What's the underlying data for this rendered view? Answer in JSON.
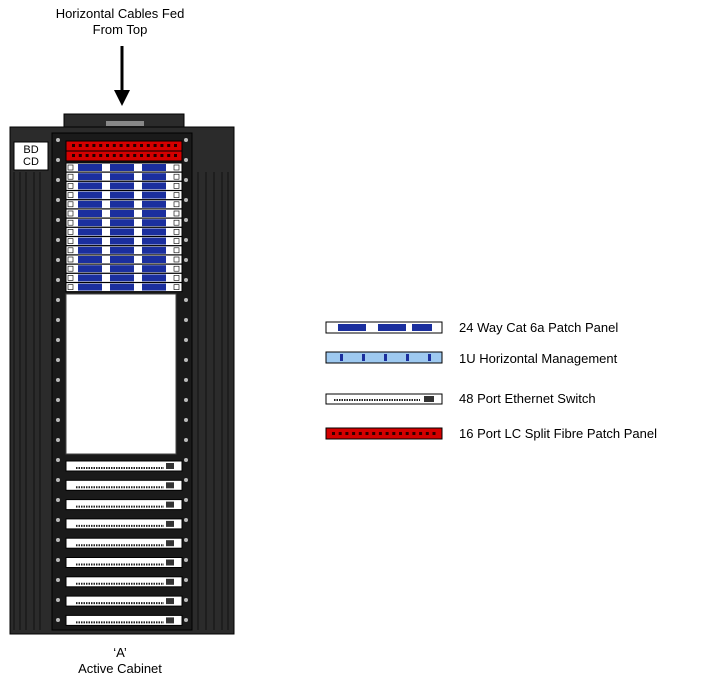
{
  "top_note": [
    "Horizontal Cables Fed",
    "From Top"
  ],
  "bottom_note": [
    "‘A’",
    "Active Cabinet"
  ],
  "side_labels": {
    "bd": "BD",
    "cd": "CD"
  },
  "legend": [
    {
      "label": "24 Way Cat 6a Patch Panel",
      "icon": "patch-panel-icon"
    },
    {
      "label": "1U Horizontal Management",
      "icon": "cable-management-icon"
    },
    {
      "label": "48 Port Ethernet Switch",
      "icon": "ethernet-switch-icon"
    },
    {
      "label": "16 Port LC Split Fibre Patch Panel",
      "icon": "fibre-patch-panel-icon"
    }
  ],
  "rack": {
    "patch_panels": 14,
    "fibre_panels": 2,
    "switches": 9
  },
  "colors": {
    "cabinet": "#2b2b2b",
    "copper_panel": "#1b2f9e",
    "fibre_panel": "#d40000",
    "management": "#9ec9f0",
    "switch": "#ffffff"
  }
}
